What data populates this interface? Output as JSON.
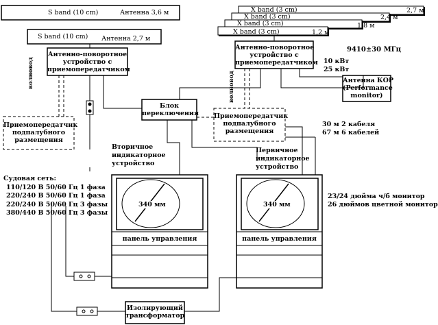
{
  "antennas_s": [
    {
      "band": "S band (10 cm)",
      "label": "Антенна 3,6 м"
    },
    {
      "band": "S band (10 cm)",
      "label": "Антенна 2,7 м"
    }
  ],
  "antennas_x": [
    {
      "band": "X band (3 cm)",
      "size": "2,7 м"
    },
    {
      "band": "X band (3 cm)",
      "size": "2,4 м"
    },
    {
      "band": "X band (3 cm)",
      "size": "1,8 м"
    },
    {
      "band": "X band (3 cm)",
      "size": "1,2 м"
    }
  ],
  "turning_unit_left": [
    "Антенно-поворотное",
    "устройство с",
    "приемопередатчиком"
  ],
  "turning_unit_right": [
    "Антенно-поворотное",
    "устройство с",
    "приемопередатчиком"
  ],
  "frequency": "9410±30 МГц",
  "power": [
    "10 кВт",
    "25 кВт"
  ],
  "kor_antenna": [
    "Антенна КОР",
    "(Performance",
    "monitor)"
  ],
  "waveguide_left": "волновод",
  "waveguide_right": "волновод",
  "below_deck_left": [
    "Приемопередатчик",
    "подпалубного",
    "размещения"
  ],
  "below_deck_right": [
    "Приемопередатчик",
    "подпалубного",
    "размещения"
  ],
  "switch_unit": [
    "Блок",
    "переключения"
  ],
  "cables": [
    "30 м 2 кабеля",
    "67 м 6 кабелей"
  ],
  "secondary_display": [
    "Вторичное",
    "индикаторное",
    "устройство"
  ],
  "primary_display": [
    "Первичное",
    "индикаторное",
    "устройство"
  ],
  "screen_label_left": "340 мм",
  "screen_label_right": "340 мм",
  "control_panel_left": "панель управления",
  "control_panel_right": "панель управления",
  "monitors": [
    "23/24 дюйма ч/б монитор",
    "26 дюймов цветной монитор"
  ],
  "ship_power": {
    "title": "Судовая сеть:",
    "rows": [
      "110/120 В  50/60 Гц  1 фаза",
      "220/240 В  50/60 Гц  1 фаза",
      "220/240 В  50/60 Гц  3 фазы",
      "380/440 В 50/60 Гц  3 фазы"
    ]
  },
  "transformer": [
    "Изолирующий",
    "трансформатор"
  ]
}
